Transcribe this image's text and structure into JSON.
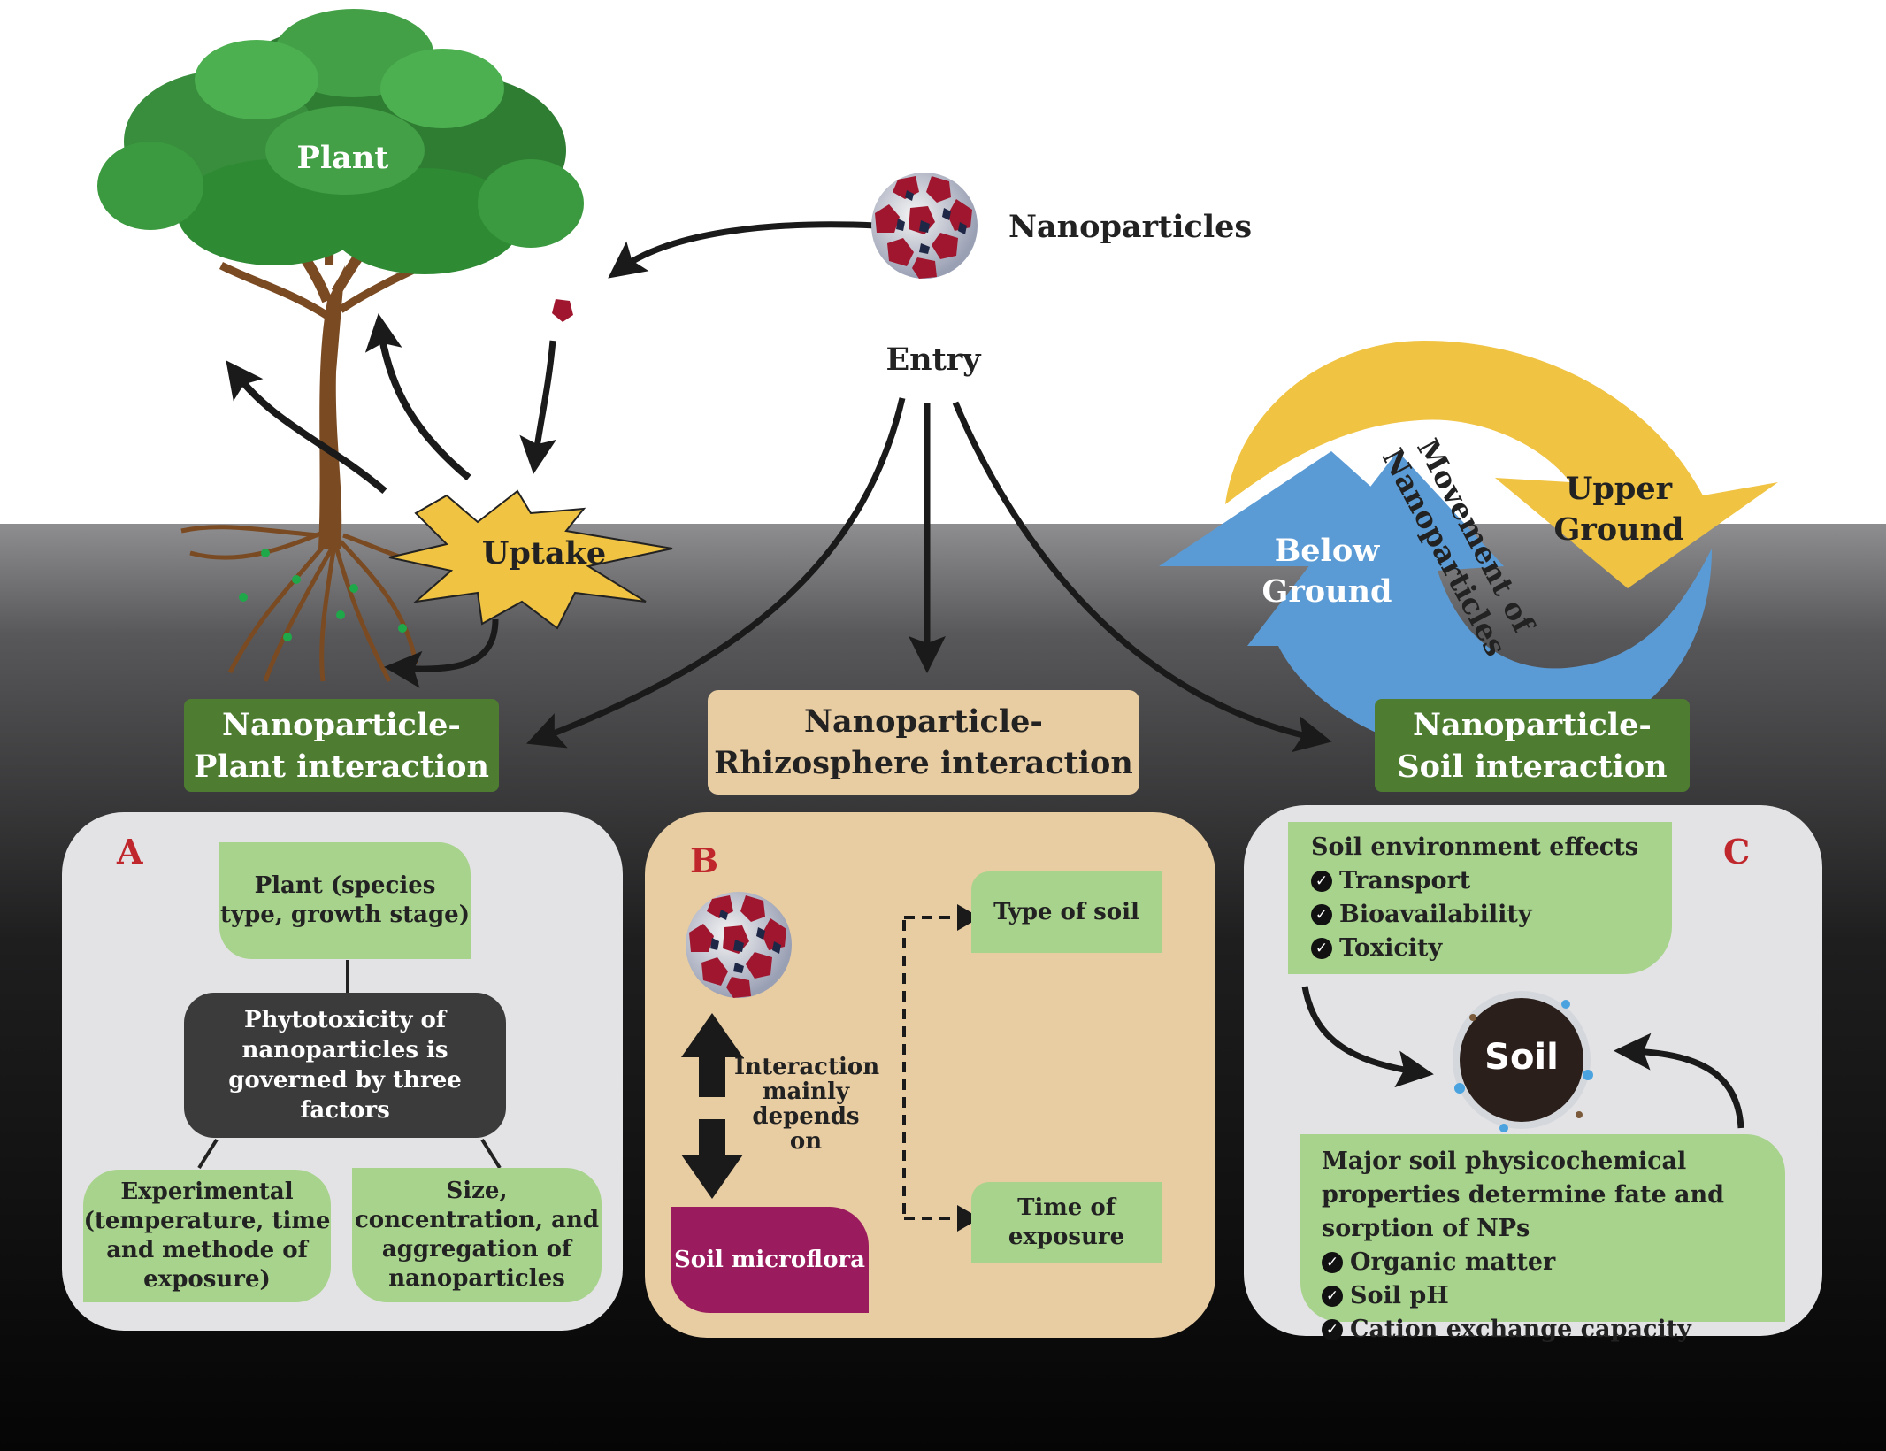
{
  "top": {
    "plant_label": "Plant",
    "nanoparticles_label": "Nanoparticles",
    "entry_label": "Entry",
    "uptake_label": "Uptake",
    "below_ground": "Below Ground",
    "upper_ground": "Upper Ground",
    "movement_label": "Movement of Nanoparticles"
  },
  "headers": {
    "plant_interaction": "Nanoparticle- Plant interaction",
    "rhizosphere_interaction": "Nanoparticle- Rhizosphere interaction",
    "soil_interaction": "Nanoparticle- Soil interaction"
  },
  "panel_a": {
    "letter": "A",
    "plant_factor": "Plant (species type, growth stage)",
    "center": "Phytotoxicity of nanoparticles is governed by three factors",
    "experimental": "Experimental (temperature, time and methode of exposure)",
    "size": "Size, concentration, and aggregation of nanoparticles"
  },
  "panel_b": {
    "letter": "B",
    "interaction_text": "Interaction mainly depends on",
    "soil_microflora": "Soil microflora",
    "type_of_soil": "Type of soil",
    "time_of_exposure": "Time of exposure"
  },
  "panel_c": {
    "letter": "C",
    "effects_title": "Soil environment effects",
    "effects": [
      "Transport",
      "Bioavailability",
      "Toxicity"
    ],
    "soil_label": "Soil",
    "properties_title": "Major soil physicochemical properties determine fate and sorption of NPs",
    "properties": [
      "Organic matter",
      "Soil pH",
      "Cation exchange capacity"
    ]
  },
  "colors": {
    "green_header": "#4e7d31",
    "light_green": "#a8d38c",
    "tan": "#e8cca2",
    "magenta": "#9b1c5e",
    "yellow": "#f0c343",
    "blue": "#5b9bd5",
    "letter_red": "#c0272d"
  }
}
